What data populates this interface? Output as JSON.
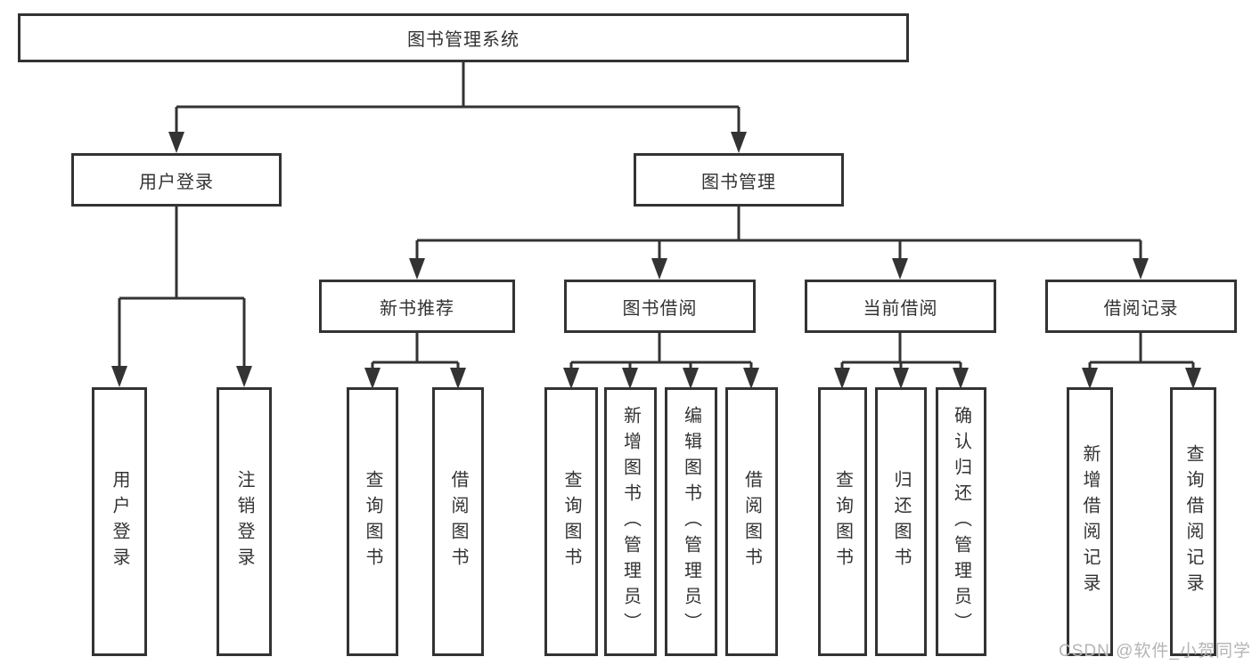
{
  "diagram": {
    "root": {
      "label": "图书管理系统"
    },
    "user_login": {
      "label": "用户登录",
      "children": [
        {
          "label": "用户登录"
        },
        {
          "label": "注销登录"
        }
      ]
    },
    "book_mgmt": {
      "label": "图书管理",
      "groups": [
        {
          "label": "新书推荐",
          "children": [
            {
              "label": "查询图书"
            },
            {
              "label": "借阅图书"
            }
          ]
        },
        {
          "label": "图书借阅",
          "children": [
            {
              "label": "查询图书"
            },
            {
              "label": "新增图书（管理员）"
            },
            {
              "label": "编辑图书（管理员）"
            },
            {
              "label": "借阅图书"
            }
          ]
        },
        {
          "label": "当前借阅",
          "children": [
            {
              "label": "查询图书"
            },
            {
              "label": "归还图书"
            },
            {
              "label": "确认归还（管理员）"
            }
          ]
        },
        {
          "label": "借阅记录",
          "children": [
            {
              "label": "新增借阅记录"
            },
            {
              "label": "查询借阅记录"
            }
          ]
        }
      ]
    }
  },
  "watermark": {
    "text": "CSDN @软件_小贺同学"
  },
  "colors": {
    "line": "#333333",
    "text": "#333333",
    "box_fill": "#ffffff",
    "watermark": "#b5b5b5",
    "background": "#ffffff"
  }
}
